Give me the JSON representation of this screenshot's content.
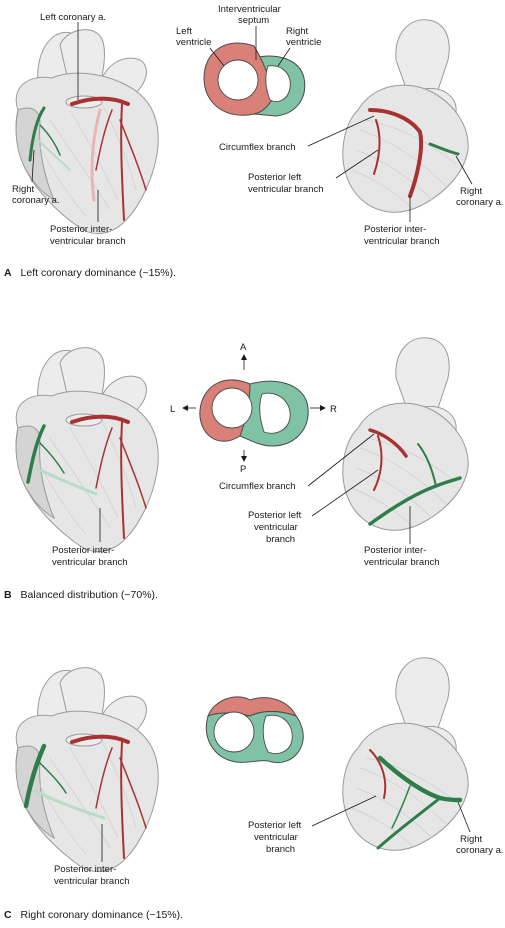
{
  "panels": {
    "a": {
      "caption_letter": "A",
      "caption_text": "Left coronary dominance (~15%).",
      "left_coronary": "Left coronary a.",
      "interventricular_septum_1": "Interventricular",
      "interventricular_septum_2": "septum",
      "left_ventricle_1": "Left",
      "left_ventricle_2": "ventricle",
      "right_ventricle_1": "Right",
      "right_ventricle_2": "ventricle",
      "circumflex": "Circumflex branch",
      "posterior_left_1": "Posterior left",
      "posterior_left_2": "ventricular branch",
      "right_coronary_left_1": "Right",
      "right_coronary_left_2": "coronary a.",
      "right_coronary_right_1": "Right",
      "right_coronary_right_2": "coronary a.",
      "post_inter_left_1": "Posterior inter-",
      "post_inter_left_2": "ventricular branch",
      "post_inter_right_1": "Posterior inter-",
      "post_inter_right_2": "ventricular branch"
    },
    "b": {
      "caption_letter": "B",
      "caption_text": "Balanced distribution (~70%).",
      "dir_a": "A",
      "dir_l": "L",
      "dir_r": "R",
      "dir_p": "P",
      "circumflex": "Circumflex branch",
      "posterior_left_1": "Posterior left",
      "posterior_left_2": "ventricular",
      "posterior_left_3": "branch",
      "post_inter_left_1": "Posterior inter-",
      "post_inter_left_2": "ventricular branch",
      "post_inter_right_1": "Posterior inter-",
      "post_inter_right_2": "ventricular branch"
    },
    "c": {
      "caption_letter": "C",
      "caption_text": "Right coronary dominance (~15%).",
      "posterior_left_1": "Posterior left",
      "posterior_left_2": "ventricular",
      "posterior_left_3": "branch",
      "right_coronary_1": "Right",
      "right_coronary_2": "coronary a.",
      "post_inter_left_1": "Posterior inter-",
      "post_inter_left_2": "ventricular branch"
    }
  },
  "colors": {
    "left_coronary": "#a83232",
    "right_coronary": "#2f7d4a",
    "left_ventricle_fill": "#d98078",
    "right_ventricle_fill": "#7fc2a6",
    "heart_fill": "#e6e6e6"
  }
}
